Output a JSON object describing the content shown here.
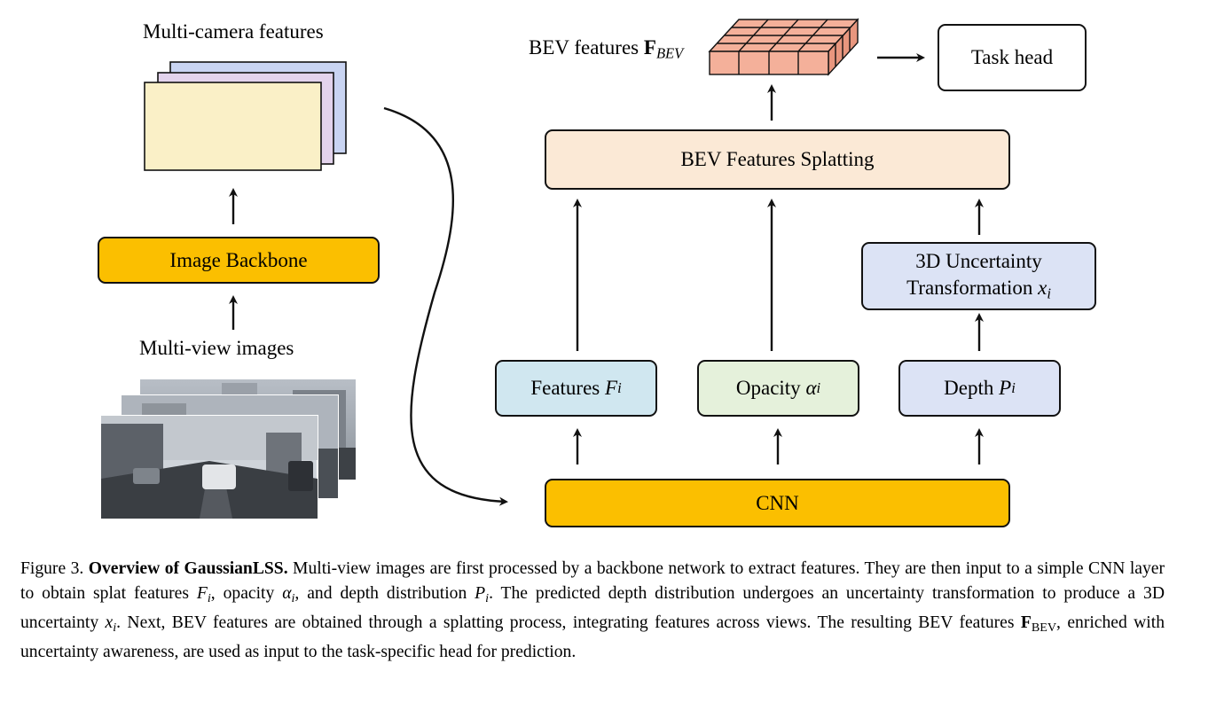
{
  "labels": {
    "multi_camera_features": "Multi-camera features",
    "multi_view_images": "Multi-view images",
    "bev_features_prefix": "BEV features ",
    "bev_features_symbol": "F",
    "bev_features_subscript": "BEV"
  },
  "boxes": {
    "image_backbone": "Image Backbone",
    "task_head": "Task head",
    "bev_splatting": "BEV Features Splatting",
    "uncertainty_line1": "3D Uncertainty",
    "uncertainty_line2": "Transformation ",
    "uncertainty_symbol": "x",
    "uncertainty_subscript": "i",
    "features": "Features ",
    "features_symbol": "F",
    "features_subscript": "i",
    "opacity": "Opacity ",
    "opacity_symbol": "α",
    "opacity_subscript": "i",
    "depth": "Depth ",
    "depth_symbol": "P",
    "depth_subscript": "i",
    "cnn": "CNN"
  },
  "caption": {
    "prefix": "Figure 3. ",
    "title": "Overview of GaussianLSS.",
    "text_1": " Multi-view images are first processed by a backbone network to extract features. They are then input to a simple CNN layer to obtain splat features ",
    "sym_F": "F",
    "sub_i_1": "i",
    "text_2": ", opacity ",
    "sym_alpha": "α",
    "sub_i_2": "i",
    "text_3": ", and depth distribution ",
    "sym_P": "P",
    "sub_i_3": "i",
    "text_4": ". The predicted depth distribution undergoes an uncertainty transformation to produce a 3D uncertainty ",
    "sym_x": "x",
    "sub_i_4": "i",
    "text_5": ". Next, BEV features are obtained through a splatting process, integrating features across views. The resulting BEV features ",
    "sym_FBEV": "F",
    "sub_BEV": "BEV",
    "text_6": ", enriched with uncertainty awareness, are used as input to the task-specific head for prediction."
  },
  "colors": {
    "backbone_cnn": "#FBBF00",
    "bev_splatting": "#FBE9D6",
    "uncertainty": "#DCE3F5",
    "features": "#D0E7F0",
    "opacity": "#E5F1DB",
    "depth": "#DCE3F5",
    "feature_card_1": "#FAF0C7",
    "feature_card_2": "#E3D3EC",
    "feature_card_3": "#C9D4F2",
    "bev_grid": "#F4B09A"
  }
}
